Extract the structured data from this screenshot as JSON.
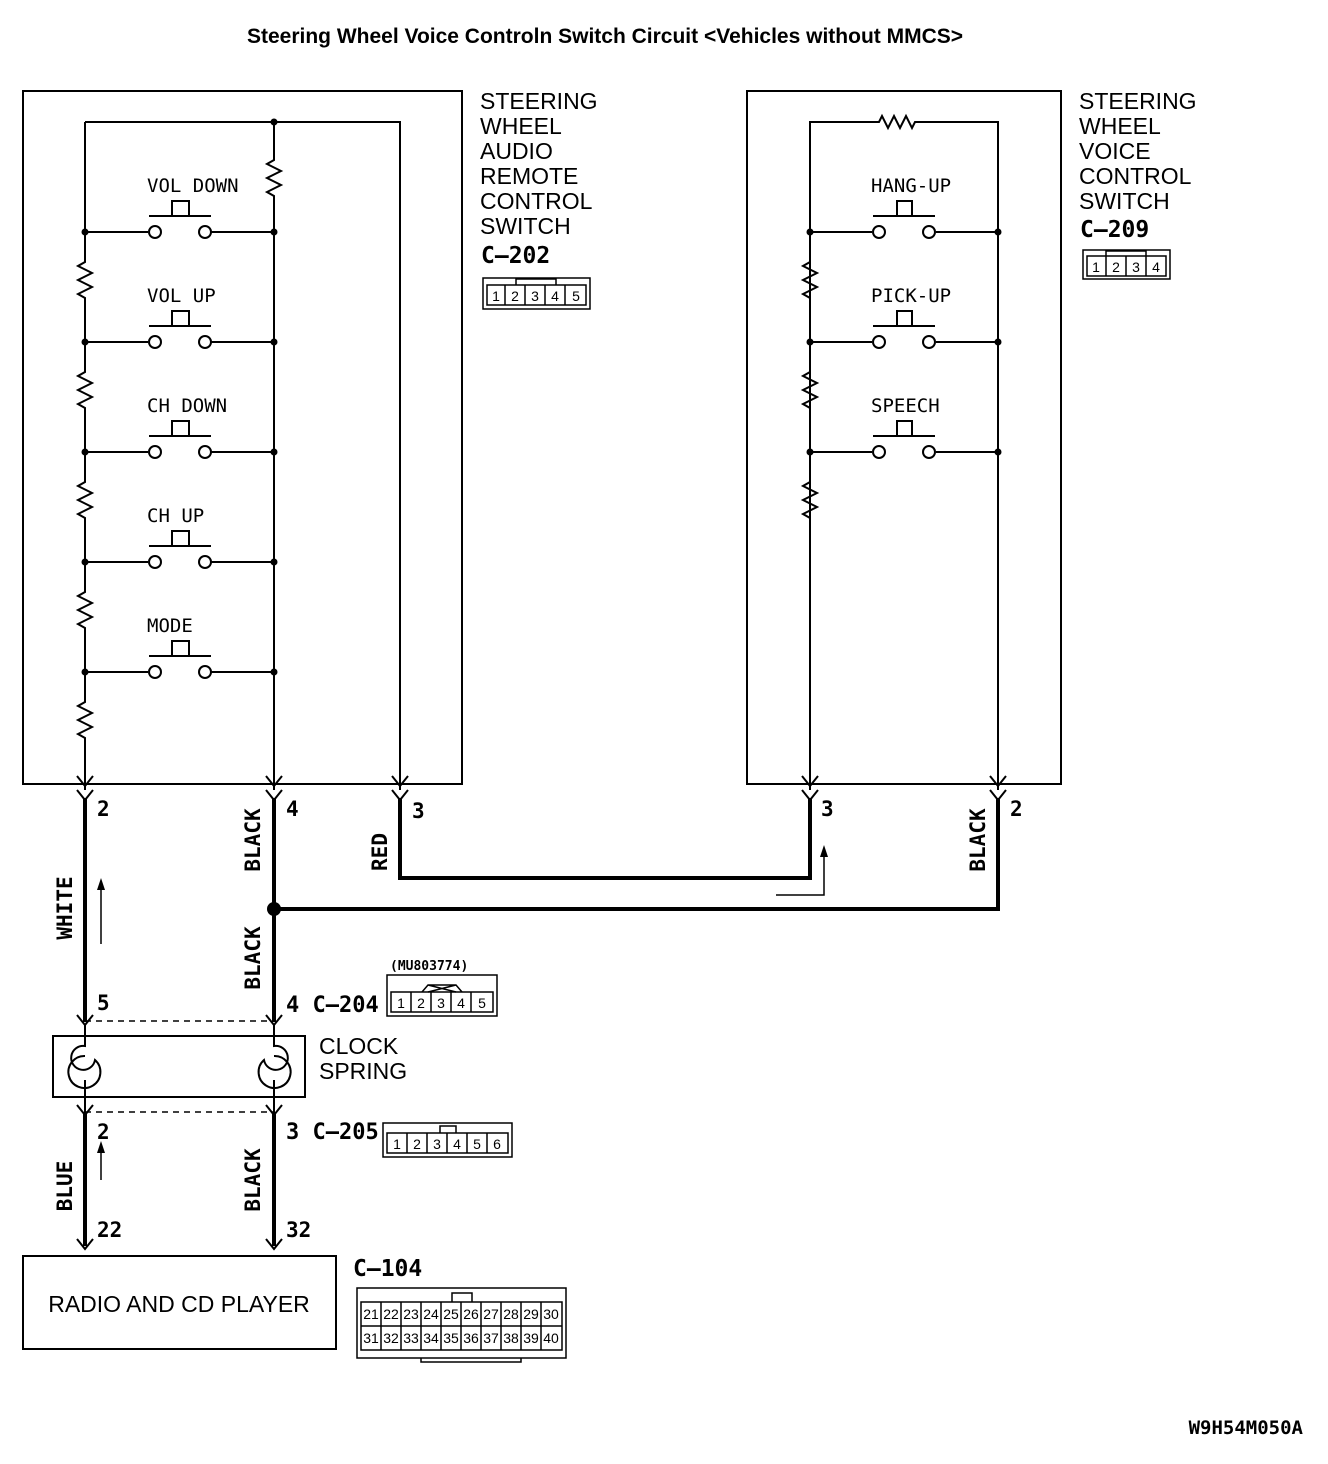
{
  "title": "Steering Wheel Voice Controln Switch Circuit <Vehicles without MMCS>",
  "audio_switch": {
    "label_lines": [
      "STEERING",
      "WHEEL",
      "AUDIO",
      "REMOTE",
      "CONTROL",
      "SWITCH"
    ],
    "connector": "C–202",
    "pins": [
      "1",
      "2",
      "3",
      "4",
      "5"
    ],
    "buttons": [
      "VOL DOWN",
      "VOL UP",
      "CH DOWN",
      "CH UP",
      "MODE"
    ],
    "terminals": [
      "2",
      "4",
      "3"
    ]
  },
  "voice_switch": {
    "label_lines": [
      "STEERING",
      "WHEEL",
      "VOICE",
      "CONTROL",
      "SWITCH"
    ],
    "connector": "C–209",
    "pins": [
      "1",
      "2",
      "3",
      "4"
    ],
    "buttons": [
      "HANG-UP",
      "PICK-UP",
      "SPEECH"
    ],
    "terminals": [
      "3",
      "2"
    ]
  },
  "wires": {
    "white": "WHITE",
    "black_top": "BLACK",
    "red": "RED",
    "black_right": "BLACK",
    "black_mid": "BLACK",
    "blue": "BLUE",
    "black_bottom": "BLACK"
  },
  "c204": {
    "part": "(MU803774)",
    "pins": [
      "1",
      "2",
      "3",
      "4",
      "5"
    ],
    "left_pin": "5",
    "right_label": "4 C–204"
  },
  "clock_spring": {
    "lines": [
      "CLOCK",
      "SPRING"
    ]
  },
  "c205": {
    "pins": [
      "1",
      "2",
      "3",
      "4",
      "5",
      "6"
    ],
    "left_pin": "2",
    "right_label": "3 C–205"
  },
  "radio": {
    "label": "RADIO AND CD PLAYER",
    "pin_blue": "22",
    "pin_black": "32",
    "connector": "C–104",
    "pins_row1": [
      "21",
      "22",
      "23",
      "24",
      "25",
      "26",
      "27",
      "28",
      "29",
      "30"
    ],
    "pins_row2": [
      "31",
      "32",
      "33",
      "34",
      "35",
      "36",
      "37",
      "38",
      "39",
      "40"
    ]
  },
  "figure_code": "W9H54M050A"
}
